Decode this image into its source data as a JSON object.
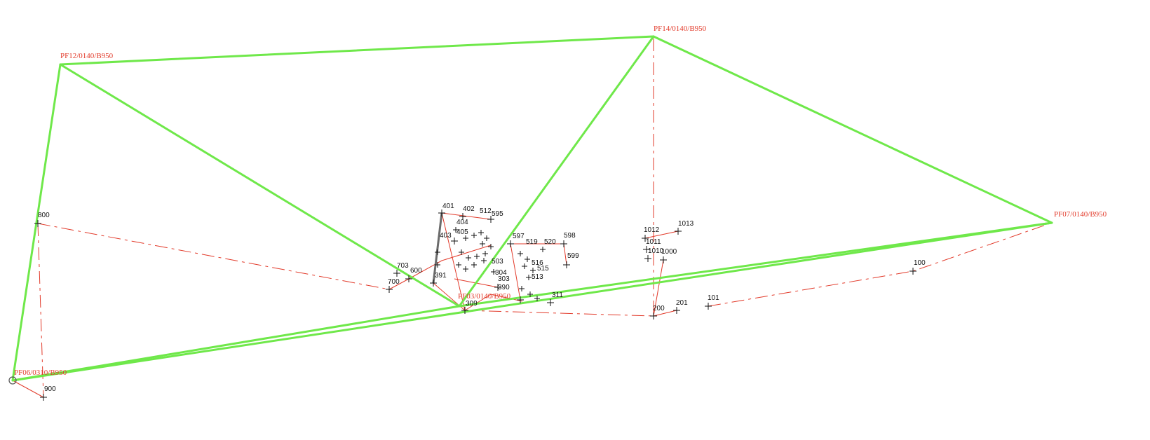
{
  "control_points": [
    {
      "id": "pf12",
      "label": "PF12/0140/B950"
    },
    {
      "id": "pf14",
      "label": "PF14/0140/B950"
    },
    {
      "id": "pf07",
      "label": "PF07/0140/B950"
    },
    {
      "id": "pf06",
      "label": "PF06/0310/B950"
    },
    {
      "id": "pf03",
      "label": "PF03/0140/B950"
    }
  ],
  "survey_points": [
    {
      "label": "800"
    },
    {
      "label": "900"
    },
    {
      "label": "700"
    },
    {
      "label": "703"
    },
    {
      "label": "600"
    },
    {
      "label": "401"
    },
    {
      "label": "402"
    },
    {
      "label": "404"
    },
    {
      "label": "405"
    },
    {
      "label": "403"
    },
    {
      "label": "512"
    },
    {
      "label": "595"
    },
    {
      "label": "597"
    },
    {
      "label": "519"
    },
    {
      "label": "520"
    },
    {
      "label": "598"
    },
    {
      "label": "599"
    },
    {
      "label": "503"
    },
    {
      "label": "304"
    },
    {
      "label": "303"
    },
    {
      "label": "390"
    },
    {
      "label": "391"
    },
    {
      "label": "309"
    },
    {
      "label": "311"
    },
    {
      "label": "513"
    },
    {
      "label": "515"
    },
    {
      "label": "516"
    },
    {
      "label": "1012"
    },
    {
      "label": "1013"
    },
    {
      "label": "1011"
    },
    {
      "label": "1010"
    },
    {
      "label": "1000"
    },
    {
      "label": "200"
    },
    {
      "label": "201"
    },
    {
      "label": "101"
    },
    {
      "label": "100"
    }
  ]
}
